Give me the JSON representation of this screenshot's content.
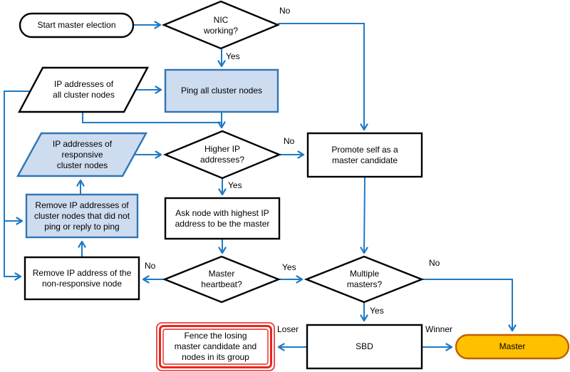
{
  "diagram_type": "flowchart",
  "colors": {
    "connector": "#1F7AC4",
    "process-fill": "#CEDCEF",
    "process-border": "#2E75B6",
    "shape-border": "#000000",
    "shape-fill": "#FFFFFF",
    "master-fill": "#FFC000",
    "master-border": "#BF6000",
    "fence-border": "#E8251D"
  },
  "nodes": {
    "start": {
      "label": "Start master election",
      "type": "terminator"
    },
    "nic_working": {
      "label": "NIC\nworking?",
      "type": "decision"
    },
    "ping_all": {
      "label": "Ping all cluster nodes",
      "type": "process"
    },
    "ip_all": {
      "label": "IP addresses of\nall cluster nodes",
      "type": "data"
    },
    "ip_responsive": {
      "label": "IP addresses of\nresponsive\ncluster nodes",
      "type": "data"
    },
    "higher_ip": {
      "label": "Higher IP\naddresses?",
      "type": "decision"
    },
    "promote": {
      "label": "Promote self as a\nmaster candidate",
      "type": "process"
    },
    "remove_list": {
      "label": "Remove IP addresses of\ncluster nodes that did not\nping or reply to ping",
      "type": "process"
    },
    "ask_highest": {
      "label": "Ask node with highest IP\naddress to be the master",
      "type": "process"
    },
    "remove_node": {
      "label": "Remove IP address of the\nnon-responsive node",
      "type": "process"
    },
    "heartbeat": {
      "label": "Master\nheartbeat?",
      "type": "decision"
    },
    "multiple_masters": {
      "label": "Multiple\nmasters?",
      "type": "decision"
    },
    "sbd": {
      "label": "SBD",
      "type": "process"
    },
    "fence": {
      "label": "Fence the losing\nmaster candidate and\nnodes in its group",
      "type": "fenced-process"
    },
    "master": {
      "label": "Master",
      "type": "terminator"
    }
  },
  "edge_labels": {
    "nic_no": "No",
    "nic_yes": "Yes",
    "higher_no": "No",
    "higher_yes": "Yes",
    "heartbeat_no": "No",
    "heartbeat_yes": "Yes",
    "multiple_no": "No",
    "multiple_yes": "Yes",
    "sbd_loser": "Loser",
    "sbd_winner": "Winner"
  }
}
